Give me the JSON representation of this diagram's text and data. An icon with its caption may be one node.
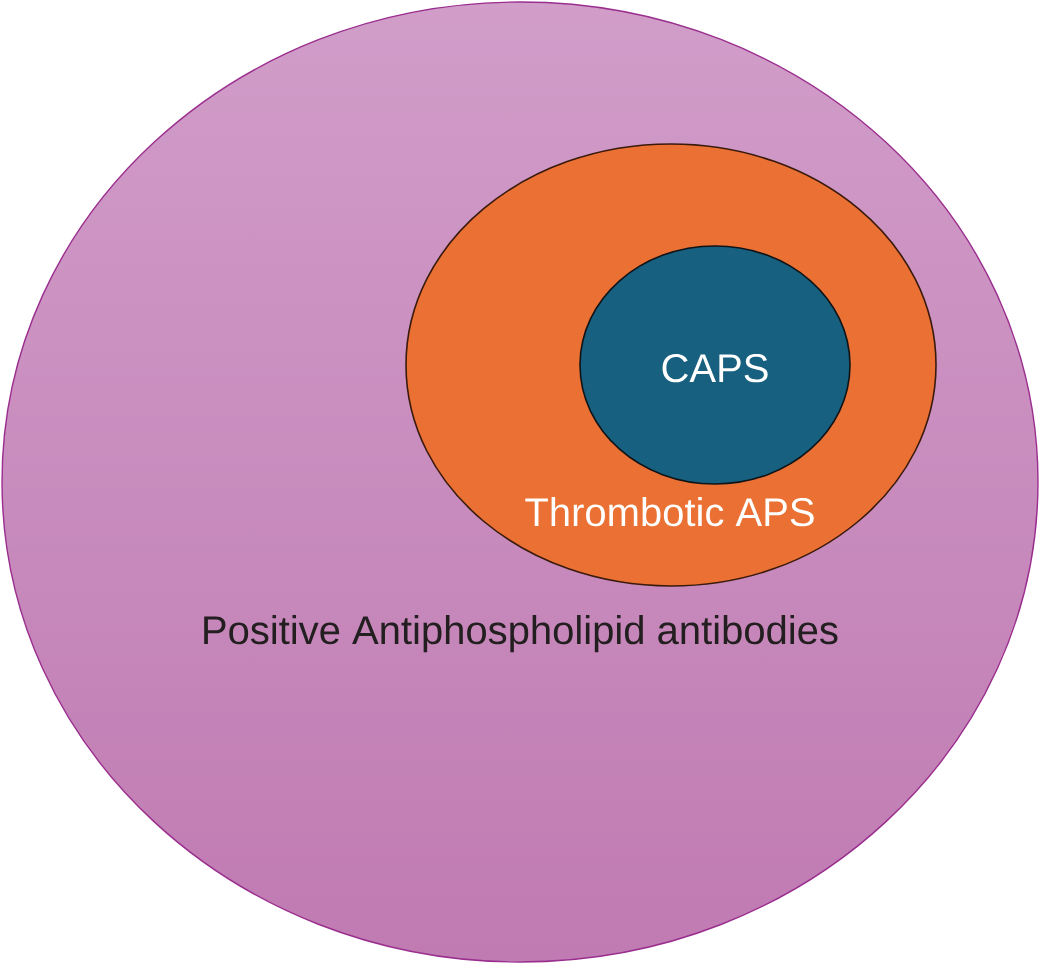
{
  "diagram": {
    "nodes": [
      {
        "text": [
          "Positive Antiphospholipid antibodies"
        ]
      },
      {
        "text": [
          "Thrombotic APS"
        ],
        "in": 0
      },
      {
        "text": [
          "CAPS"
        ],
        "in": 1
      }
    ]
  }
}
